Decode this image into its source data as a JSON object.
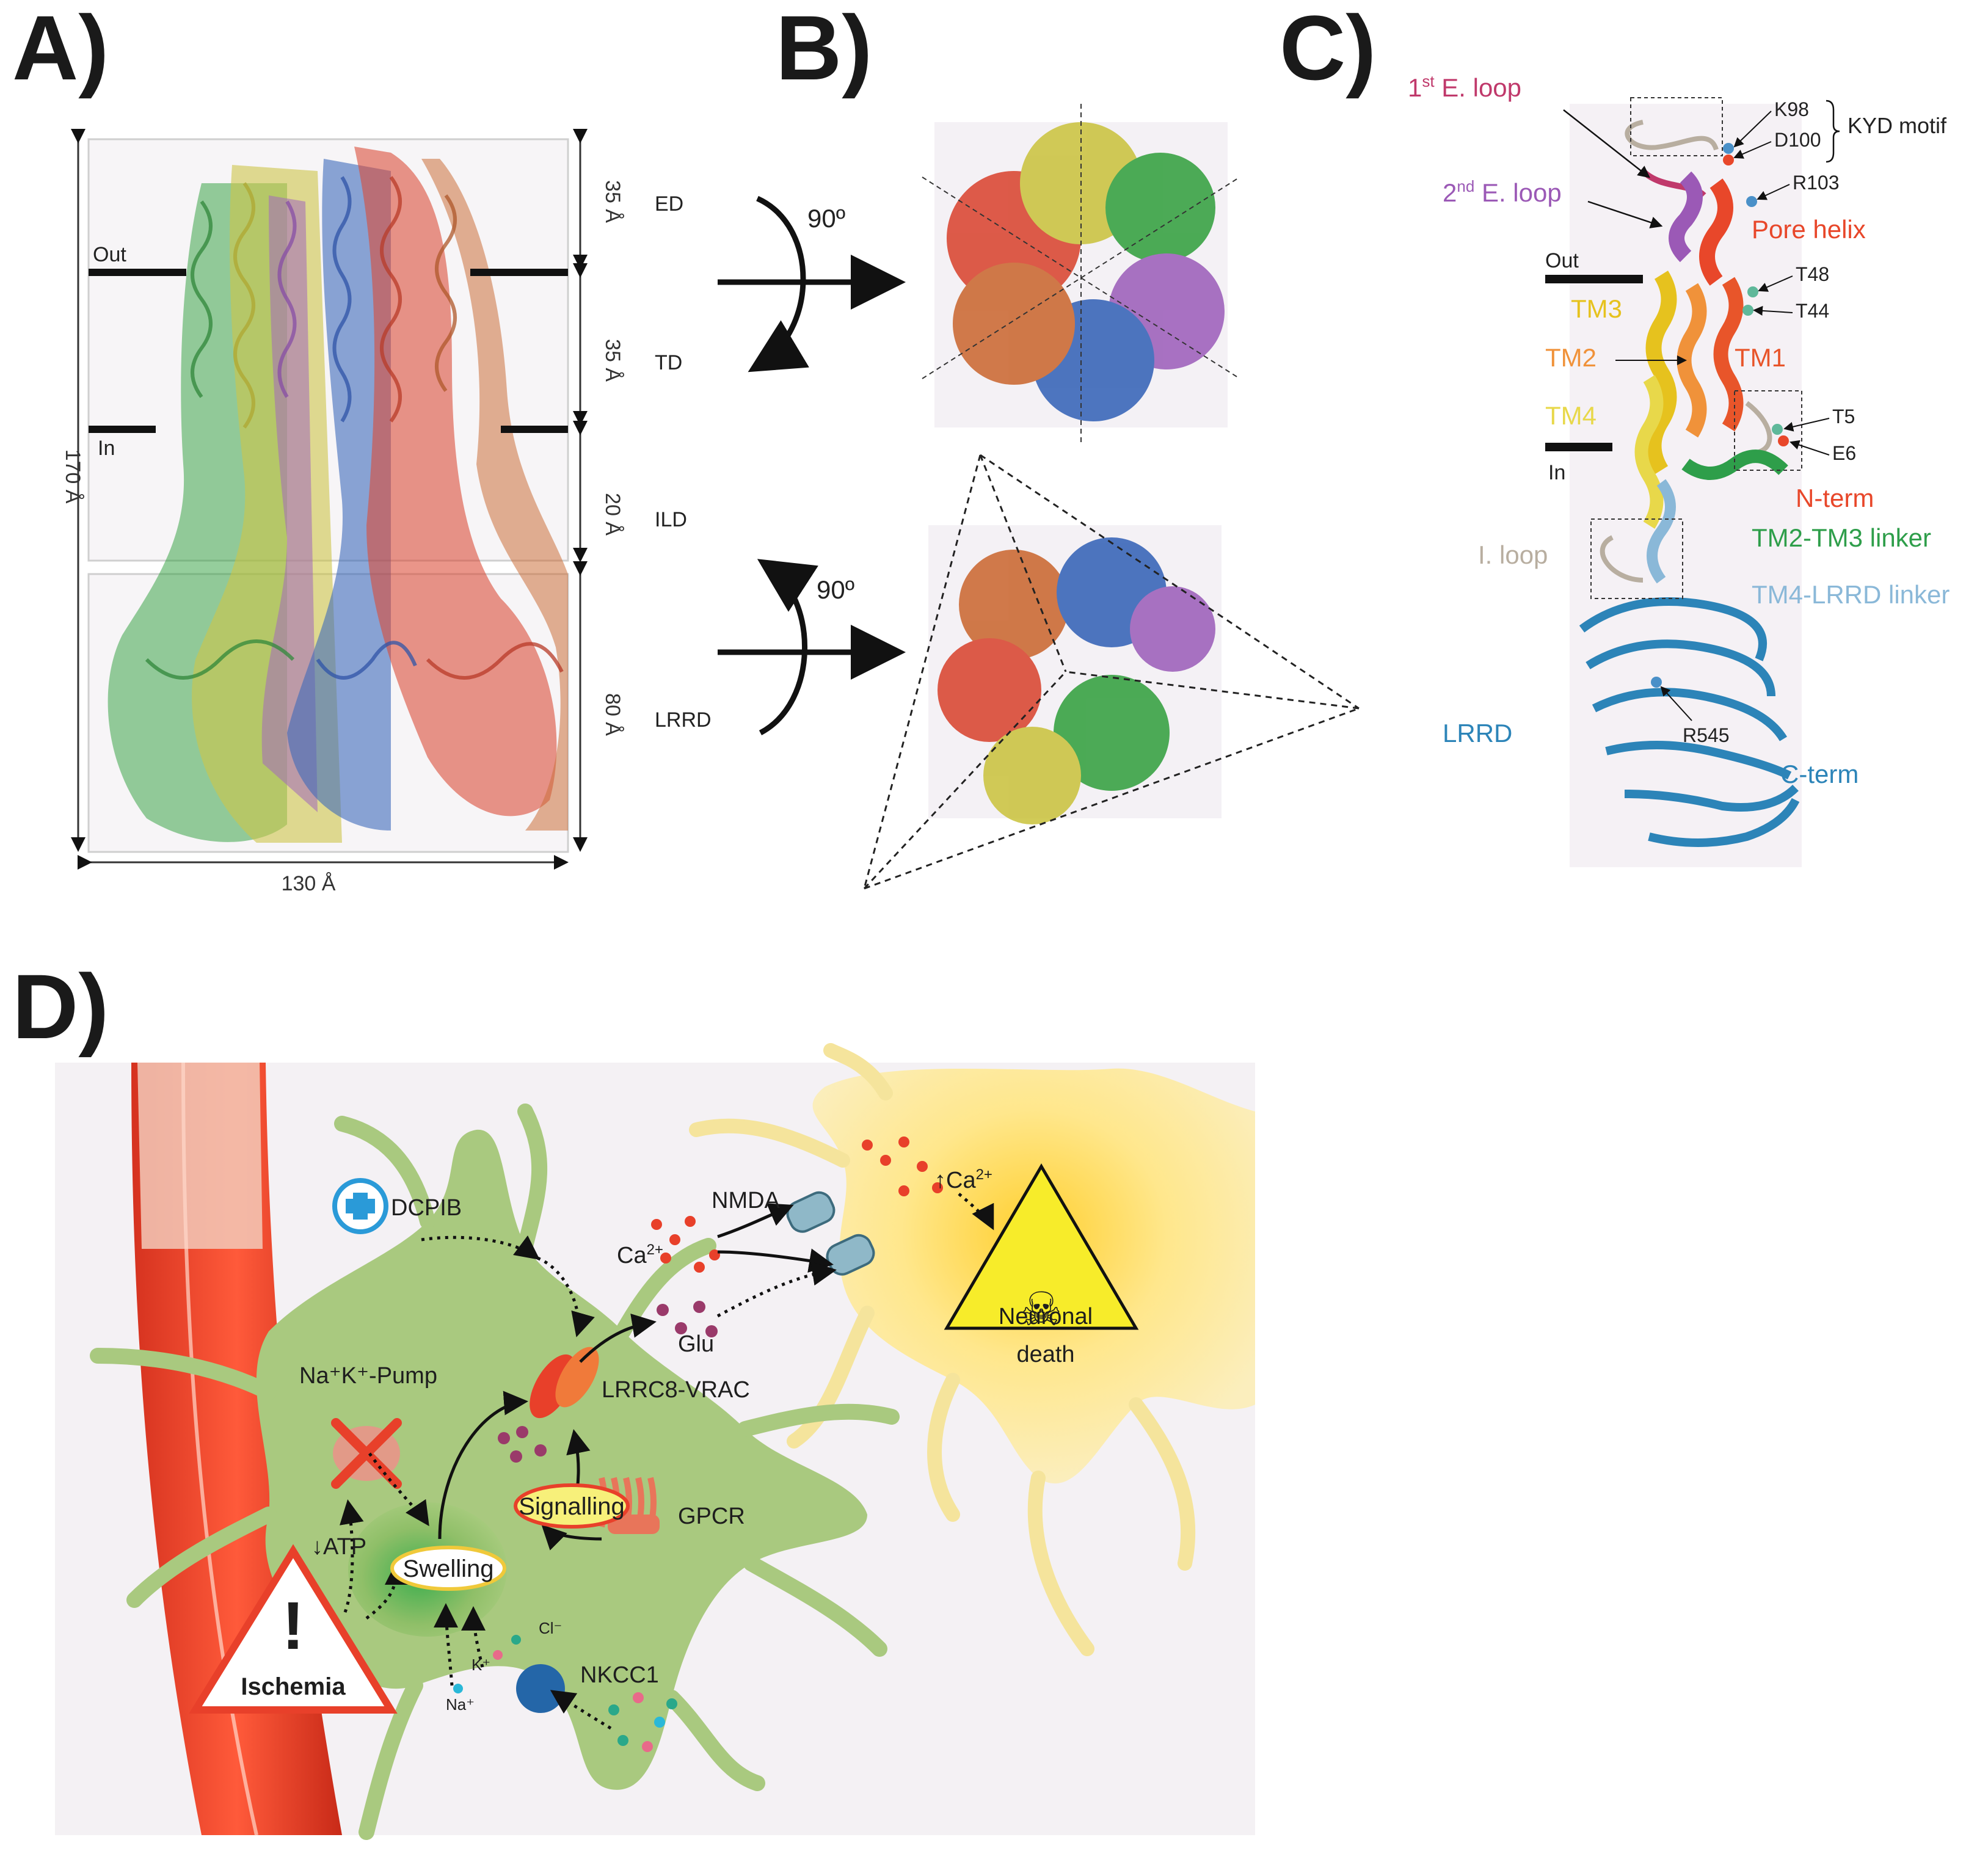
{
  "panels": {
    "a": {
      "letter": "A)",
      "out_label": "Out",
      "in_label": "In",
      "height_label": "170 Å",
      "width_label": "130 Å",
      "domains": [
        {
          "size": "35 Å",
          "name": "ED"
        },
        {
          "size": "35 Å",
          "name": "TD"
        },
        {
          "size": "20 Å",
          "name": "ILD"
        },
        {
          "size": "80 Å",
          "name": "LRRD"
        }
      ],
      "subunit_colors": [
        "#2e9e3a",
        "#c9c23a",
        "#9a5bb8",
        "#2f5fb5",
        "#d8402a",
        "#c9642b"
      ]
    },
    "b": {
      "letter": "B)",
      "rotation_top": "90º",
      "rotation_bottom": "90º"
    },
    "c": {
      "letter": "C)",
      "loop1_sup": "st",
      "loop1_text": " E. loop",
      "loop1_prefix": "1",
      "loop2_sup": "nd",
      "loop2_text": " E. loop",
      "loop2_prefix": "2",
      "k98": "K98",
      "d100": "D100",
      "kyd": "KYD motif",
      "r103": "R103",
      "pore_helix": "Pore helix",
      "out_label": "Out",
      "in_label": "In",
      "t48": "T48",
      "t44": "T44",
      "tm3": "TM3",
      "tm2": "TM2",
      "tm1": "TM1",
      "tm4": "TM4",
      "t5": "T5",
      "e6": "E6",
      "n_term": "N-term",
      "i_loop": "I. loop",
      "tm2_tm3_linker": "TM2-TM3 linker",
      "tm4_lrrd_linker": "TM4-LRRD linker",
      "lrrd": "LRRD",
      "r545": "R545",
      "c_term": "C-term",
      "colors": {
        "loop1": "#c0396b",
        "loop2": "#9b59b6",
        "pore": "#e8472a",
        "tm3": "#e6c21e",
        "tm2": "#f0923a",
        "tm1": "#e8552a",
        "tm4": "#e8d84a",
        "nterm": "#e8472a",
        "iloop": "#b8aea0",
        "linker23": "#2e9e4a",
        "linker4": "#8ab8d8",
        "lrrd": "#2c84b8"
      }
    },
    "d": {
      "letter": "D)",
      "dcpib": "DCPIB",
      "nmda": "NMDA",
      "ca_base": "Ca",
      "ca_sup": "2+",
      "ca_up_base": "↑Ca",
      "ca_up_sup": "2+",
      "glu": "Glu",
      "pump": "Na⁺K⁺-Pump",
      "lrrc8": "LRRC8-VRAC",
      "neuronal_death_1": "Neuronal",
      "neuronal_death_2": "death",
      "signalling": "Signalling",
      "gpcr": "GPCR",
      "atp": "↓ATP",
      "swelling": "Swelling",
      "ischemia": "Ischemia",
      "cl": "Cl⁻",
      "k": "K⁺",
      "na": "Na⁺",
      "nkcc1": "NKCC1",
      "warning_mark": "!",
      "skull": "☠"
    }
  }
}
